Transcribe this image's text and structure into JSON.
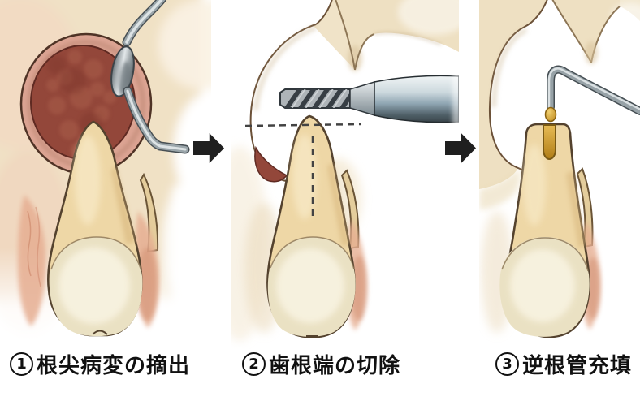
{
  "steps": [
    {
      "digit": "1",
      "circled_number": "①",
      "label": "根尖病変の摘出"
    },
    {
      "digit": "2",
      "circled_number": "②",
      "label": "歯根端の切除"
    },
    {
      "digit": "3",
      "circled_number": "③",
      "label": "逆根管充填"
    }
  ],
  "arrows": [
    {
      "direction": "right"
    },
    {
      "direction": "right"
    }
  ],
  "colors": {
    "background": "#ffffff",
    "bone": "#eee0c2",
    "bone_pink_tint": "#f3d8c2",
    "lesion": "#93473a",
    "lesion_rim": "#dca493",
    "tooth_root": "#eed7a6",
    "tooth_crown": "#eae1c3",
    "gum": "#e6ae92",
    "instrument_steel": "#9aa5aa",
    "handpiece": "#8fa5b2",
    "filling_gold": "#d9a43e",
    "outline": "#54422e",
    "arrow": "#1f1f1f",
    "caption_text": "#111111"
  },
  "icons": {
    "step1_tool": "curette-icon",
    "step2_tool": "dental-bur-icon",
    "step3_tool": "retrofill-plugger-icon",
    "step_separator": "right-arrow-icon"
  }
}
